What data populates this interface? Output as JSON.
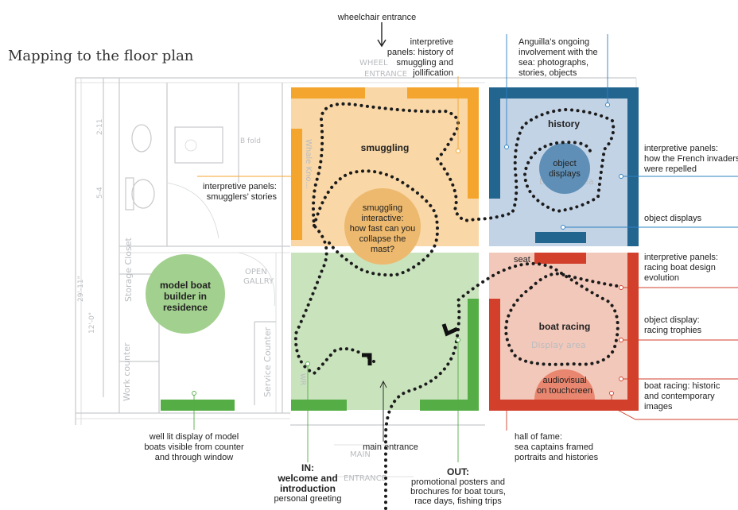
{
  "title": "Mapping to the floor plan",
  "colors": {
    "orange": "#f4a52e",
    "orange_fill": "#f9d7a6",
    "blue": "#22658f",
    "blue_fill": "#c3d3e6",
    "red": "#d23f2b",
    "red_fill": "#f2c8ba",
    "green": "#54ad45",
    "green_fill": "#c9e3bd",
    "circle_orange": "#edb96e",
    "circle_blue": "#5f8fb6",
    "circle_green": "#a2d08e",
    "circle_red": "#e9866f"
  },
  "rooms": {
    "smuggling": "smuggling",
    "history": "history",
    "boat_racing": "boat racing",
    "seat": "seat"
  },
  "circles": {
    "object_displays": [
      "object",
      "displays"
    ],
    "smuggling_interactive": [
      "smuggling",
      "interactive:",
      "how fast can you",
      "collapse the",
      "mast?"
    ],
    "model_boat": [
      "model boat",
      "builder in",
      "residence"
    ],
    "audiovisual": [
      "audiovisual",
      "on touchcreen"
    ]
  },
  "annotations": {
    "wheelchair": "wheelchair entrance",
    "panels_smuggling_history": [
      "interpretive",
      "panels: history of",
      "smuggling and",
      "jollification"
    ],
    "anguilla": [
      "Anguilla’s ongoing",
      "involvement with the",
      "sea: photographs,",
      "stories, objects"
    ],
    "panels_french": [
      "interpretive panels:",
      "how the French invaders",
      "were repelled"
    ],
    "object_displays_right": "object displays",
    "panels_smugglers": [
      "interpretive panels:",
      "smugglers’ stories"
    ],
    "panels_racing": [
      "interpretive panels:",
      "racing boat design",
      "evolution"
    ],
    "racing_trophies": [
      "object display:",
      "racing trophies"
    ],
    "boat_racing_images": [
      "boat racing: historic",
      "and contemporary",
      "images"
    ],
    "well_lit": [
      "well lit display of model",
      "boats visible from counter",
      "and through window"
    ],
    "main_entrance": "main entrance",
    "hall_of_fame": [
      "hall of fame:",
      "sea captains framed",
      "portraits and histories"
    ],
    "in_bold": [
      "IN:",
      "welcome and",
      "introduction"
    ],
    "in_sub": "personal greeting",
    "out_bold": "OUT:",
    "out_sub": [
      "promotional posters and",
      "brochures for boat tours,",
      "race days, fishing trips"
    ]
  }
}
